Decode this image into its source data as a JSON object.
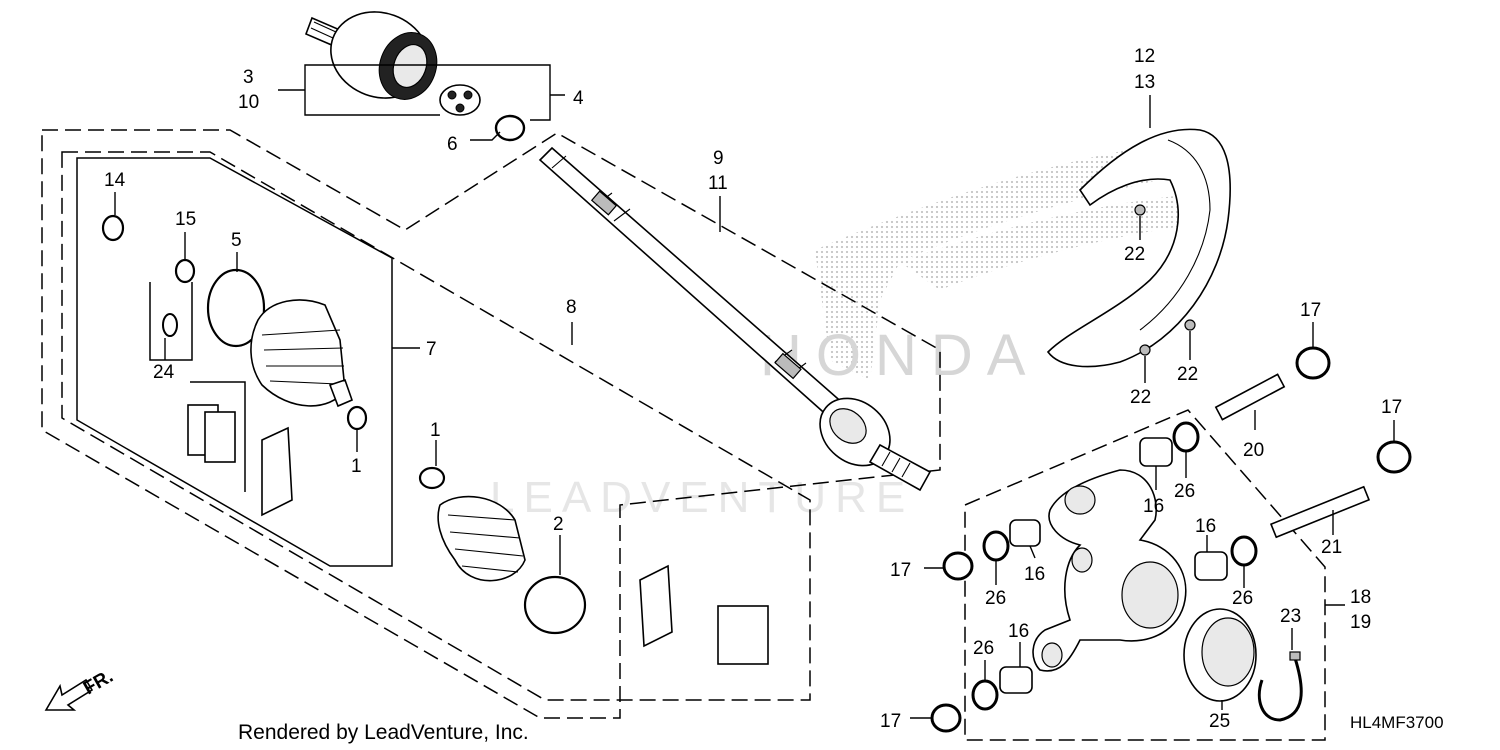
{
  "diagram": {
    "watermark_text": "LEADVENTURE",
    "brand_watermark": "HONDA",
    "footer_credit": "Rendered by LeadVenture, Inc.",
    "diagram_code": "HL4MF3700",
    "direction_label": "FR.",
    "callouts": {
      "c3": "3",
      "c10": "10",
      "c4": "4",
      "c6": "6",
      "c9": "9",
      "c11": "11",
      "c8": "8",
      "c7": "7",
      "c14": "14",
      "c15": "15",
      "c5": "5",
      "c24": "24",
      "c1a": "1",
      "c1b": "1",
      "c2": "2",
      "c12": "12",
      "c13": "13",
      "c22a": "22",
      "c22b": "22",
      "c22c": "22",
      "c17a": "17",
      "c20": "20",
      "c17b": "17",
      "c21": "21",
      "c16a": "16",
      "c26a": "26",
      "c16b": "16",
      "c26b": "26",
      "c17c": "17",
      "c26c": "26",
      "c16c": "16",
      "c16d": "16",
      "c26d": "26",
      "c18": "18",
      "c19": "19",
      "c23": "23",
      "c26e": "26",
      "c17d": "17",
      "c25": "25"
    }
  }
}
